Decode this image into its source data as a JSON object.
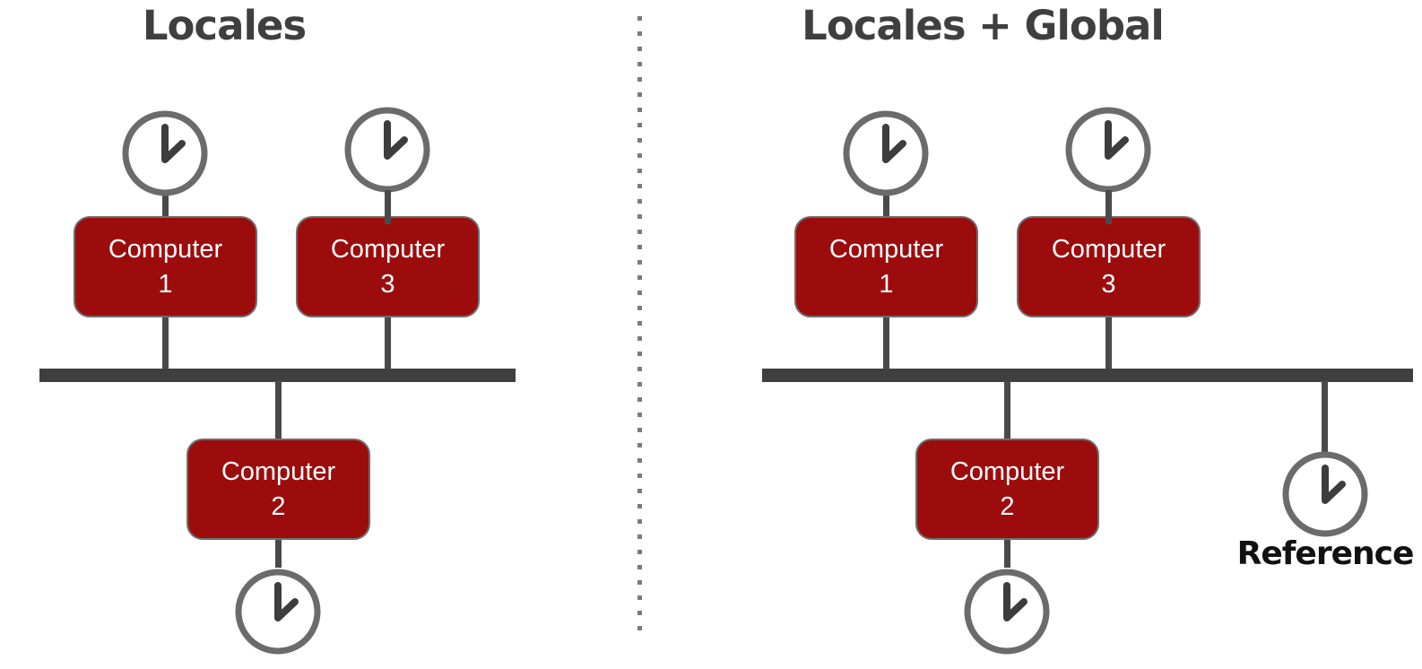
{
  "panels": [
    {
      "title": "Locales",
      "nodes": [
        {
          "line1": "Computer",
          "line2": "1"
        },
        {
          "line1": "Computer",
          "line2": "3"
        },
        {
          "line1": "Computer",
          "line2": "2"
        }
      ]
    },
    {
      "title": "Locales + Global",
      "nodes": [
        {
          "line1": "Computer",
          "line2": "1"
        },
        {
          "line1": "Computer",
          "line2": "3"
        },
        {
          "line1": "Computer",
          "line2": "2"
        }
      ],
      "reference_label": "Reference"
    }
  ],
  "icons": {
    "clock": "clock-icon"
  },
  "colors": {
    "background": "#ffffff",
    "computer_fill": "#9c0c0d",
    "computer_border": "#6e6e6e",
    "computer_text": "#ffffff",
    "bus_line": "#3f3f3f",
    "connector_line": "#4a4a4a",
    "clock_ring": "#6b6b6b",
    "clock_hands": "#3d3d3d",
    "title_text": "#3f3f3f",
    "reference_text": "#111111",
    "divider_dots": "#7b7b7b"
  }
}
